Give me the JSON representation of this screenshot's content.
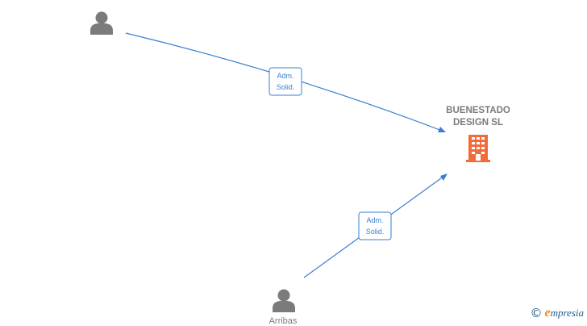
{
  "nodes": {
    "company": {
      "name": "BUENESTADO\nDESIGN  SL",
      "icon": "building-icon",
      "color": "#f26b3a"
    },
    "person_top": {
      "icon": "person-icon",
      "label": ""
    },
    "person_bottom": {
      "icon": "person-icon",
      "label": "Arribas"
    }
  },
  "edges": [
    {
      "from": "person_top",
      "to": "company",
      "label_line1": "Adm.",
      "label_line2": "Solid."
    },
    {
      "from": "person_bottom",
      "to": "company",
      "label_line1": "Adm.",
      "label_line2": "Solid."
    }
  ],
  "colors": {
    "edge": "#3a7fd0",
    "person": "#7b7b7b",
    "company": "#f26b3a"
  },
  "watermark": {
    "symbol": "©",
    "brand_initial": "e",
    "brand_rest": "mpresia"
  }
}
